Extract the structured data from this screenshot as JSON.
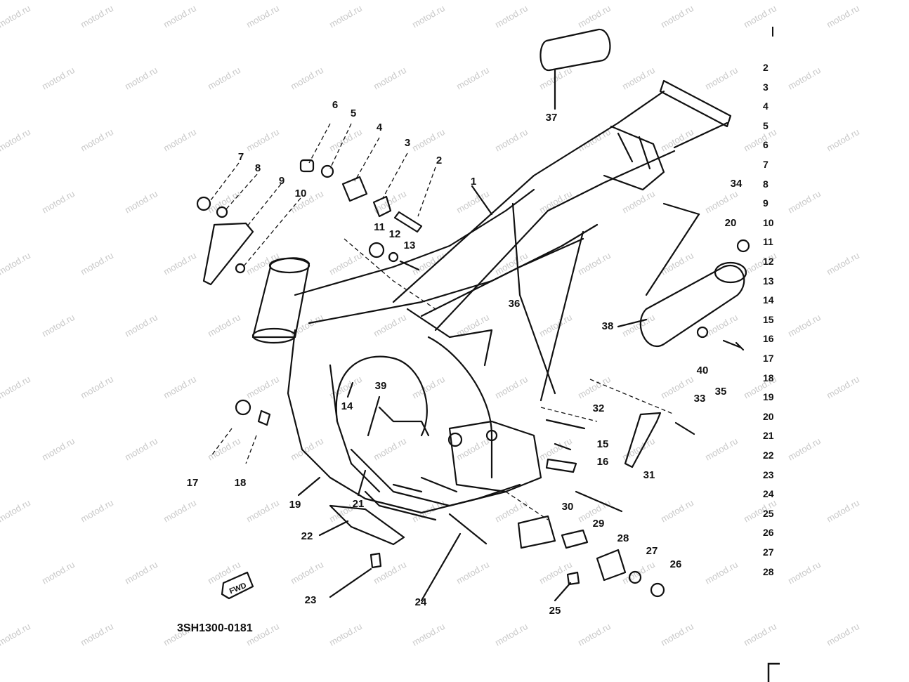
{
  "diagram_code": "3SH1300-0181",
  "fwd_label": "FWD",
  "watermark": "motod.ru",
  "callouts": [
    {
      "id": "1",
      "label": "1"
    },
    {
      "id": "2",
      "label": "2"
    },
    {
      "id": "3",
      "label": "3"
    },
    {
      "id": "4",
      "label": "4"
    },
    {
      "id": "5",
      "label": "5"
    },
    {
      "id": "6",
      "label": "6"
    },
    {
      "id": "7",
      "label": "7"
    },
    {
      "id": "8",
      "label": "8"
    },
    {
      "id": "9",
      "label": "9"
    },
    {
      "id": "10",
      "label": "10"
    },
    {
      "id": "11",
      "label": "11"
    },
    {
      "id": "12",
      "label": "12"
    },
    {
      "id": "13",
      "label": "13"
    },
    {
      "id": "14",
      "label": "14"
    },
    {
      "id": "15",
      "label": "15"
    },
    {
      "id": "16",
      "label": "16"
    },
    {
      "id": "17",
      "label": "17"
    },
    {
      "id": "18",
      "label": "18"
    },
    {
      "id": "19",
      "label": "19"
    },
    {
      "id": "20",
      "label": "20"
    },
    {
      "id": "21",
      "label": "21"
    },
    {
      "id": "22",
      "label": "22"
    },
    {
      "id": "23",
      "label": "23"
    },
    {
      "id": "24",
      "label": "24"
    },
    {
      "id": "25",
      "label": "25"
    },
    {
      "id": "26",
      "label": "26"
    },
    {
      "id": "27",
      "label": "27"
    },
    {
      "id": "28",
      "label": "28"
    },
    {
      "id": "29",
      "label": "29"
    },
    {
      "id": "30",
      "label": "30"
    },
    {
      "id": "31",
      "label": "31"
    },
    {
      "id": "32",
      "label": "32"
    },
    {
      "id": "33",
      "label": "33"
    },
    {
      "id": "34",
      "label": "34"
    },
    {
      "id": "35",
      "label": "35"
    },
    {
      "id": "36",
      "label": "36"
    },
    {
      "id": "37",
      "label": "37"
    },
    {
      "id": "38",
      "label": "38"
    },
    {
      "id": "39",
      "label": "39"
    },
    {
      "id": "40",
      "label": "40"
    }
  ],
  "right_column_numbers": [
    "2",
    "3",
    "4",
    "5",
    "6",
    "7",
    "8",
    "9",
    "10",
    "11",
    "12",
    "13",
    "14",
    "15",
    "16",
    "17",
    "18",
    "19",
    "20",
    "21",
    "22",
    "23",
    "24",
    "25",
    "26",
    "27",
    "28"
  ]
}
